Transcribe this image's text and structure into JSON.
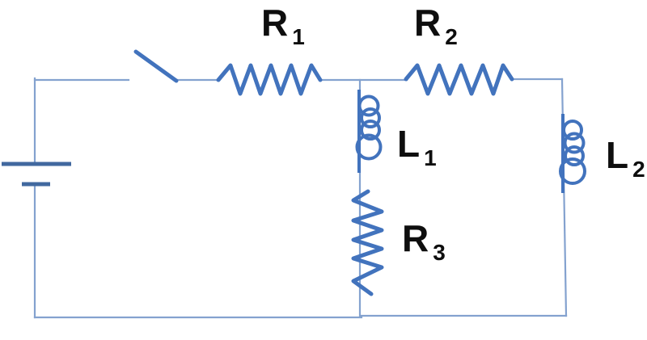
{
  "diagram": {
    "kind": "RL circuit schematic",
    "components": [
      "battery",
      "switch",
      "resistor-r1",
      "resistor-r2",
      "resistor-r3",
      "inductor-l1",
      "inductor-l2"
    ]
  },
  "labels": {
    "r1": {
      "main": "R",
      "sub": "1"
    },
    "r2": {
      "main": "R",
      "sub": "2"
    },
    "l1": {
      "main": "L",
      "sub": "1"
    },
    "l2": {
      "main": "L",
      "sub": "2"
    },
    "r3": {
      "main": "R",
      "sub": "3"
    }
  },
  "colors": {
    "wire": "#84a2cf",
    "component": "#4273bd",
    "battery_plate": "#41689f",
    "label": "#0e0e0e",
    "background": "#ffffff"
  }
}
